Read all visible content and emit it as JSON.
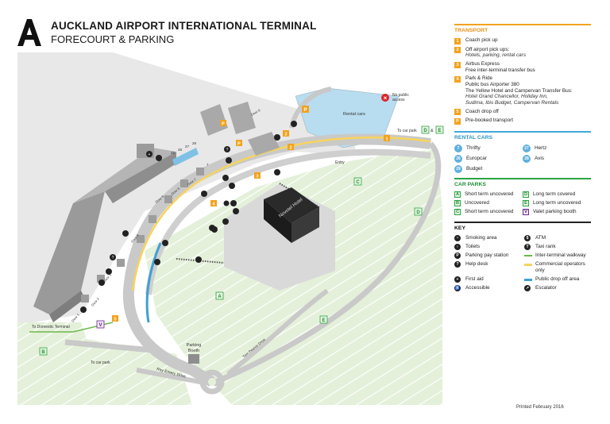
{
  "header": {
    "title": "AUCKLAND AIRPORT INTERNATIONAL TERMINAL",
    "subtitle": "FORECOURT & PARKING"
  },
  "legend": {
    "transport": {
      "title": "TRANSPORT",
      "items": [
        {
          "num": "1",
          "lines": [
            "Coach pick up"
          ]
        },
        {
          "num": "2",
          "lines": [
            "Off airport pick ups:"
          ],
          "sub": [
            "Hotels, parking, rental cars"
          ]
        },
        {
          "num": "3",
          "lines": [
            "Airbus Express",
            "Free inter-terminal transfer bus"
          ]
        },
        {
          "num": "4",
          "lines": [
            "Park & Ride",
            "Public bus Airporter 380",
            "The Yellow Hotel and Campervan Transfer Bus:"
          ],
          "sub": [
            "Hotel Grand Chancellor, Holiday Inn,",
            "Sudima, Ibis Budget, Campervan Rentals"
          ]
        },
        {
          "num": "5",
          "lines": [
            "Coach drop off"
          ]
        },
        {
          "num": "P",
          "lines": [
            "Pre-booked transport"
          ]
        }
      ]
    },
    "rental": {
      "title": "RENTAL CARS",
      "items": [
        {
          "num": "7",
          "label": "Thrifty"
        },
        {
          "num": "27",
          "label": "Hertz"
        },
        {
          "num": "26",
          "label": "Europcar"
        },
        {
          "num": "28",
          "label": "Avis"
        },
        {
          "num": "29",
          "label": "Budget"
        }
      ]
    },
    "carparks": {
      "title": "CAR PARKS",
      "items": [
        {
          "code": "A",
          "label": "Short term uncovered"
        },
        {
          "code": "D",
          "label": "Long term covered"
        },
        {
          "code": "B",
          "label": "Uncovered"
        },
        {
          "code": "E",
          "label": "Long term uncovered"
        },
        {
          "code": "C",
          "label": "Short term uncovered"
        },
        {
          "code": "V",
          "label": "Valet parking booth"
        }
      ]
    },
    "key": {
      "title": "KEY",
      "items": [
        {
          "icon": "smoking-icon",
          "glyph": "~",
          "label": "Smoking area"
        },
        {
          "icon": "atm-icon",
          "glyph": "$",
          "label": "ATM"
        },
        {
          "icon": "toilets-icon",
          "glyph": "♀",
          "label": "Toilets"
        },
        {
          "icon": "taxi-icon",
          "glyph": "T",
          "label": "Taxi rank"
        },
        {
          "icon": "parking-pay-icon",
          "glyph": "P",
          "label": "Parking pay station"
        },
        {
          "line": "green",
          "label": "Inter-terminal walkway"
        },
        {
          "icon": "help-desk-icon",
          "glyph": "?",
          "label": "Help desk"
        },
        {
          "line": "yellow",
          "label": "Commercial operators only"
        },
        {
          "icon": "first-aid-icon",
          "glyph": "+",
          "label": "First aid"
        },
        {
          "line": "blue",
          "label": "Public drop off area"
        },
        {
          "icon": "accessible-icon",
          "glyph": "♿",
          "label": "Accessible"
        },
        {
          "icon": "escalator-icon",
          "glyph": "↗",
          "label": "Escalator"
        }
      ]
    }
  },
  "map": {
    "rental_cars": "Rental cars",
    "no_public_access": [
      "No public",
      "access"
    ],
    "to_car_park_1": "To car park",
    "to_car_park_2": "To car park",
    "to_domestic": "To Domestic Terminal",
    "entry": "Entry",
    "hotel": "Novotel Hotel",
    "parking_booth": [
      "Parking",
      "Booth"
    ],
    "ray_emery_drive": "Ray Emery Drive",
    "tom_pearce_drive": "Tom Pearce Drive",
    "doors": [
      "Door 1",
      "Door 2",
      "Door 3",
      "Door 4",
      "Door 5",
      "Door 6",
      "Door 7",
      "Door 8"
    ],
    "amp": "&",
    "rental_nums": [
      "26",
      "28",
      "27",
      "29",
      "7"
    ],
    "park_codes": [
      "A",
      "B",
      "C",
      "D",
      "E",
      "D",
      "E",
      "V",
      "P"
    ],
    "transport_nums": [
      "1",
      "2",
      "3",
      "4",
      "5",
      "P",
      "2",
      "P"
    ]
  },
  "footer": {
    "printed": "Printed February 2016"
  },
  "colors": {
    "transport": "#f3a21d",
    "rental": "#42a8d9",
    "carpark": "#2aa444",
    "valet": "#6a2a8a",
    "road": "#c8c8c8",
    "grass": "#e3f0d8",
    "water": "#b8dcf0"
  }
}
